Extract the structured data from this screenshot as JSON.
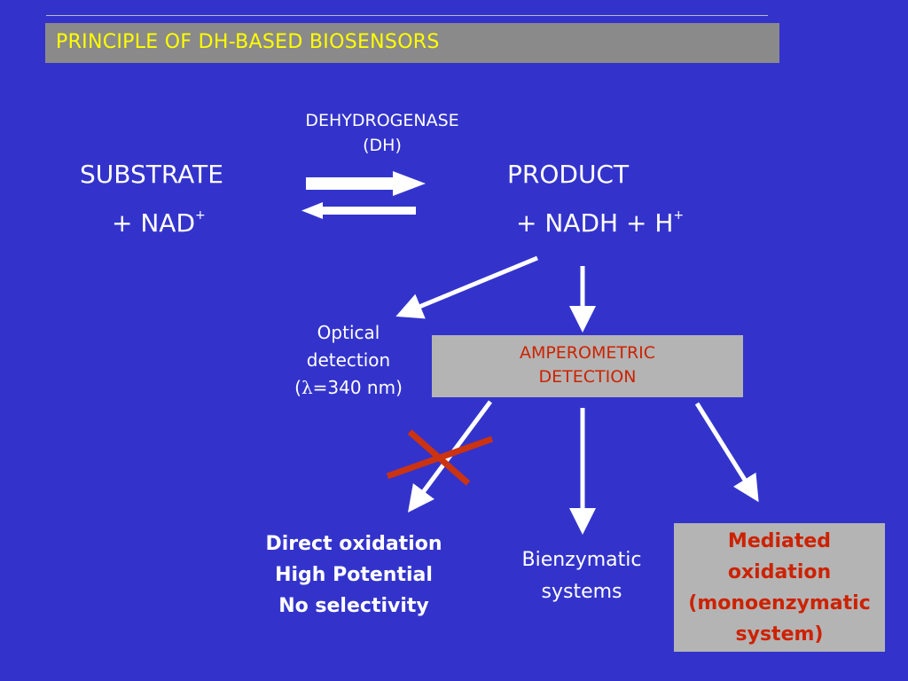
{
  "title": "PRINCIPLE OF DH-BASED BIOSENSORS",
  "reaction": {
    "enzyme_line1": "DEHYDROGENASE",
    "enzyme_line2": "(DH)",
    "substrate": "SUBSTRATE",
    "cofactor_left": "+ NAD",
    "cofactor_left_sup": "+",
    "product": "PRODUCT",
    "cofactor_right": "+ NADH + H",
    "cofactor_right_sup": "+"
  },
  "optical": {
    "line1": "Optical",
    "line2": "detection",
    "line3_open": "(",
    "lambda": "λ",
    "line3_rest": "=340 nm)"
  },
  "amperometric": {
    "line1": "AMPEROMETRIC",
    "line2": "DETECTION"
  },
  "outcomes": {
    "direct": [
      "Direct oxidation",
      "High Potential",
      "No selectivity"
    ],
    "bienzymatic": [
      "Bienzymatic",
      "systems"
    ],
    "mediated": [
      "Mediated",
      "oxidation",
      "(monoenzymatic",
      "system)"
    ]
  },
  "colors": {
    "background": "#3333cc",
    "title_bar": "#8a8a8a",
    "title_text": "#ffff00",
    "box": "#b4b4b4",
    "highlight_text": "#cc2200",
    "cross": "#cc3311",
    "arrow": "#ffffff"
  }
}
